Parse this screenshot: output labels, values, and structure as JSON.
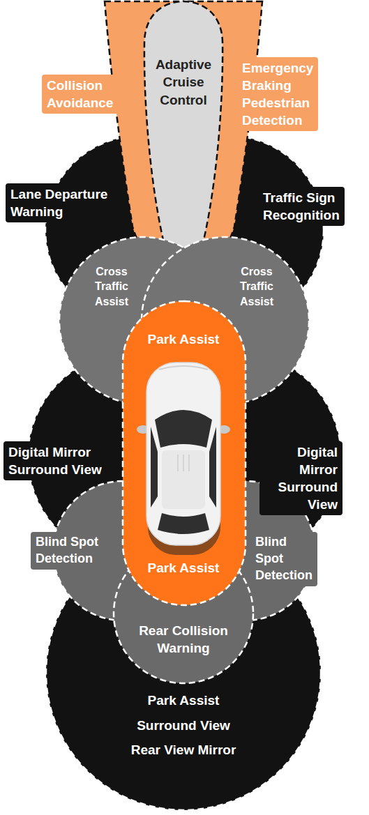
{
  "diagram": {
    "nodes": [
      {
        "text": [
          "Adaptive Cruise Control"
        ]
      },
      {
        "text": [
          "Collision Avoidance"
        ]
      },
      {
        "text": [
          "Emergency Braking Pedestrian Detection"
        ]
      },
      {
        "text": [
          "Lane Departure Warning"
        ]
      },
      {
        "text": [
          "Traffic Sign Recognition"
        ]
      },
      {
        "text": [
          "Cross Traffic Assist"
        ]
      },
      {
        "text": [
          "Cross Traffic Assist"
        ]
      },
      {
        "text": [
          "Park Assist",
          "Park Assist"
        ]
      },
      {
        "text": [
          "Digital Mirror Surround View"
        ]
      },
      {
        "text": [
          "Digital Mirror Surround View"
        ]
      },
      {
        "text": [
          "Blind Spot Detection"
        ]
      },
      {
        "text": [
          "Blind Spot Detection"
        ]
      },
      {
        "text": [
          "Rear Collision Warning"
        ]
      },
      {
        "text": [
          "Park Assist",
          "Surround View",
          "Rear View Mirror"
        ]
      }
    ]
  }
}
